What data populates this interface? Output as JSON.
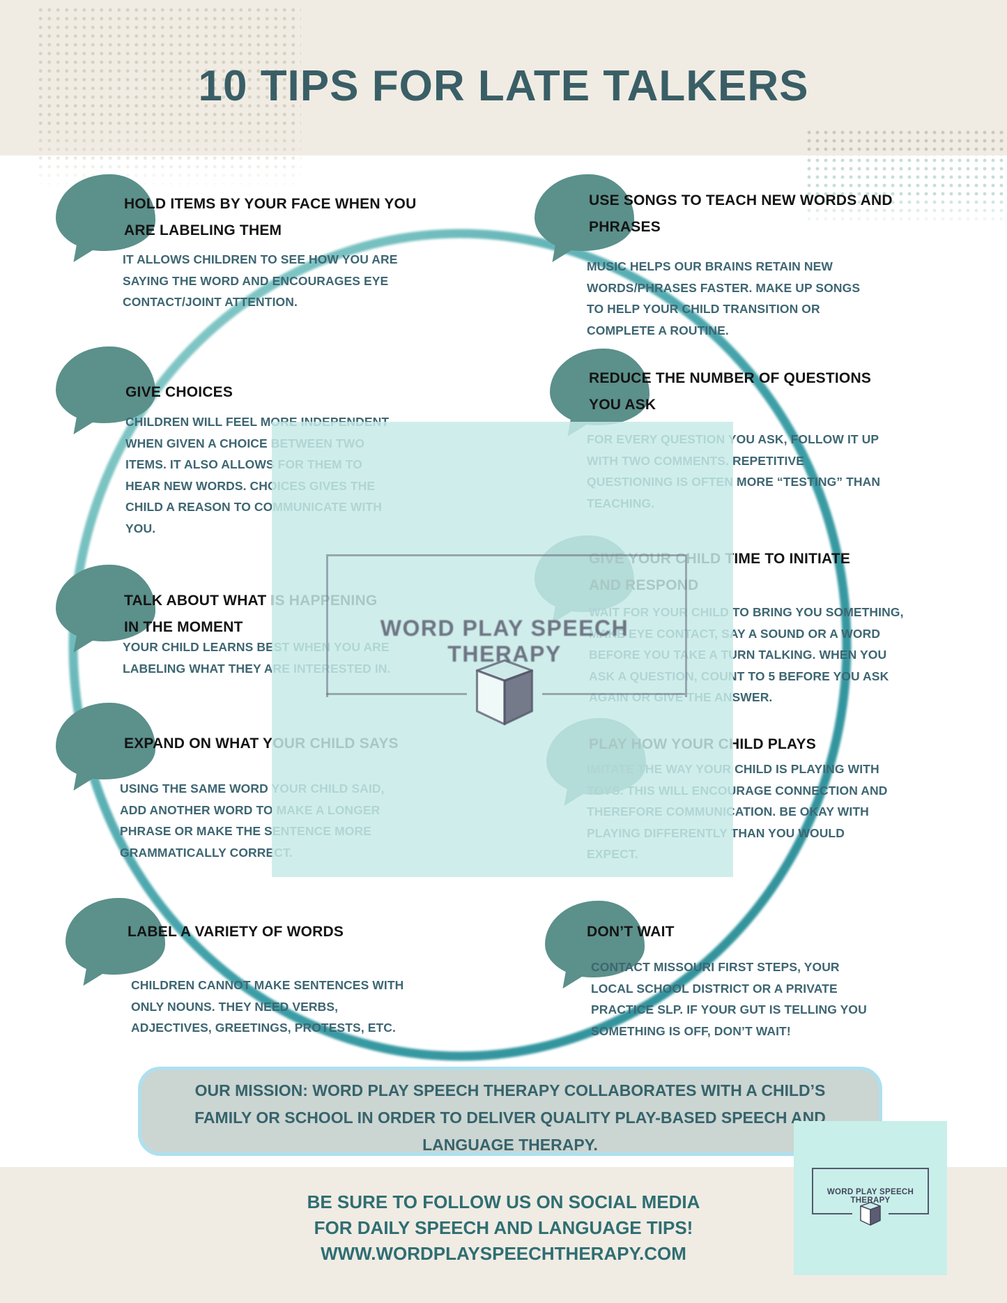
{
  "header": {
    "title": "10 TIPS FOR LATE TALKERS"
  },
  "tips": {
    "left": [
      {
        "heading": "HOLD ITEMS BY YOUR FACE WHEN YOU\nARE LABELING THEM",
        "body": "IT ALLOWS CHILDREN TO SEE HOW YOU ARE\nSAYING THE WORD AND ENCOURAGES EYE\nCONTACT/JOINT ATTENTION."
      },
      {
        "heading": "GIVE CHOICES",
        "body": "CHILDREN WILL FEEL MORE INDEPENDENT\nWHEN GIVEN A CHOICE BETWEEN TWO\nITEMS. IT ALSO ALLOWS FOR THEM TO\nHEAR NEW WORDS. CHOICES GIVES THE\nCHILD A REASON TO COMMUNICATE WITH\nYOU."
      },
      {
        "heading": "TALK ABOUT WHAT IS HAPPENING\nIN THE MOMENT",
        "body": "YOUR CHILD LEARNS BEST WHEN YOU ARE\nLABELING WHAT THEY ARE INTERESTED IN."
      },
      {
        "heading": "EXPAND ON WHAT YOUR CHILD SAYS",
        "body": "USING THE SAME WORD YOUR CHILD SAID,\nADD ANOTHER WORD TO MAKE A LONGER\nPHRASE OR MAKE THE SENTENCE MORE\nGRAMMATICALLY CORRECT."
      },
      {
        "heading": "LABEL A VARIETY OF WORDS",
        "body": "CHILDREN CANNOT MAKE SENTENCES WITH\nONLY NOUNS. THEY NEED VERBS,\nADJECTIVES, GREETINGS, PROTESTS, ETC."
      }
    ],
    "right": [
      {
        "heading": "USE SONGS TO TEACH NEW WORDS AND\nPHRASES",
        "body": "MUSIC HELPS OUR BRAINS RETAIN NEW\nWORDS/PHRASES FASTER. MAKE UP SONGS\nTO HELP YOUR CHILD TRANSITION OR\nCOMPLETE A ROUTINE."
      },
      {
        "heading": "REDUCE THE NUMBER OF QUESTIONS\nYOU ASK",
        "body": "FOR EVERY QUESTION YOU ASK, FOLLOW IT UP\nWITH TWO COMMENTS. REPETITIVE\nQUESTIONING IS OFTEN MORE “TESTING” THAN\nTEACHING."
      },
      {
        "heading": "GIVE YOUR CHILD TIME TO INITIATE\nAND RESPOND",
        "body": "WAIT FOR YOUR CHILD TO BRING YOU SOMETHING,\nMAKE EYE CONTACT, SAY A SOUND OR A WORD\nBEFORE YOU TAKE A TURN TALKING. WHEN YOU\nASK A QUESTION, COUNT TO 5 BEFORE YOU ASK\nAGAIN OR GIVE THE ANSWER."
      },
      {
        "heading": "PLAY HOW YOUR CHILD PLAYS",
        "body": "IMITATE THE WAY YOUR CHILD IS PLAYING WITH\nTOYS. THIS WILL ENCOURAGE CONNECTION AND\nTHEREFORE COMMUNICATION. BE OKAY WITH\nPLAYING DIFFERENTLY THAN YOU WOULD\nEXPECT."
      },
      {
        "heading": "DON’T WAIT",
        "body": "CONTACT MISSOURI FIRST STEPS, YOUR\nLOCAL SCHOOL DISTRICT OR A PRIVATE\nPRACTICE SLP. IF YOUR GUT IS TELLING YOU\nSOMETHING IS OFF, DON’T WAIT!"
      }
    ]
  },
  "watermark": {
    "label": "WORD PLAY SPEECH THERAPY"
  },
  "mission": {
    "text": "OUR MISSION: WORD PLAY SPEECH THERAPY COLLABORATES WITH A CHILD’S\nFAMILY OR SCHOOL IN ORDER TO DELIVER QUALITY PLAY-BASED SPEECH AND\nLANGUAGE THERAPY."
  },
  "footer": {
    "social": "BE SURE TO FOLLOW US ON SOCIAL MEDIA\nFOR DAILY SPEECH AND LANGUAGE TIPS!\nWWW.WORDPLAYSPEECHTHERAPY.COM",
    "logo_label": "WORD PLAY SPEECH THERAPY"
  },
  "colors": {
    "accent_teal": "#5b908b",
    "ring_teal": "#2b8f98",
    "title_teal": "#3a5e66",
    "body_teal": "#3e6672",
    "heading_black": "#141414",
    "cream": "#f0ece4",
    "overlay_mint": "#c5ebe6",
    "mission_fill": "#cbd5d1",
    "mission_border": "#aee0ef",
    "logo_card_mint": "#c8efe9",
    "logo_slate": "#4a4a5e"
  }
}
